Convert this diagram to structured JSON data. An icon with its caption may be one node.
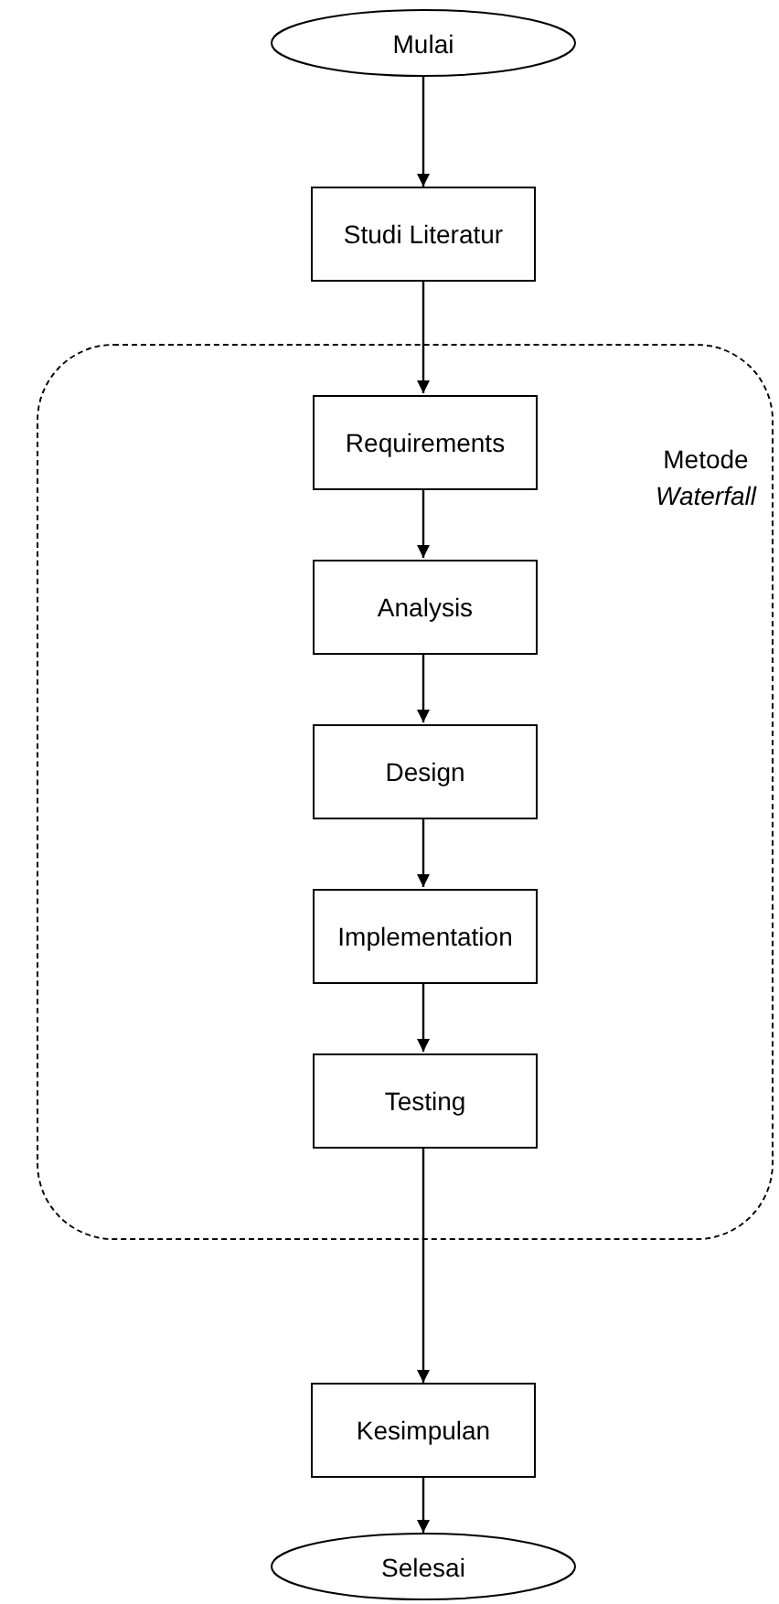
{
  "diagram": {
    "nodes": [
      {
        "text": [
          "Mulai"
        ]
      },
      {
        "text": [
          "Studi Literatur"
        ]
      },
      {
        "text": [
          "Metode *Waterfall*"
        ]
      },
      {
        "text": [
          "Requirements"
        ],
        "in": 2
      },
      {
        "text": [
          "Analysis"
        ],
        "in": 2
      },
      {
        "text": [
          "Design"
        ],
        "in": 2
      },
      {
        "text": [
          "Implementation"
        ],
        "in": 2
      },
      {
        "text": [
          "Testing"
        ],
        "in": 2
      },
      {
        "text": [
          "Kesimpulan"
        ]
      },
      {
        "text": [
          "Selesai"
        ]
      }
    ],
    "edges": [
      {
        "from": 0,
        "to": 1,
        "arrow": "to"
      },
      {
        "from": 1,
        "to": 3,
        "arrow": "to"
      },
      {
        "from": 3,
        "to": 4,
        "arrow": "to"
      },
      {
        "from": 4,
        "to": 5,
        "arrow": "to"
      },
      {
        "from": 5,
        "to": 6,
        "arrow": "to"
      },
      {
        "from": 6,
        "to": 7,
        "arrow": "to"
      },
      {
        "from": 7,
        "to": 8,
        "arrow": "to"
      },
      {
        "from": 8,
        "to": 9,
        "arrow": "to"
      }
    ]
  }
}
